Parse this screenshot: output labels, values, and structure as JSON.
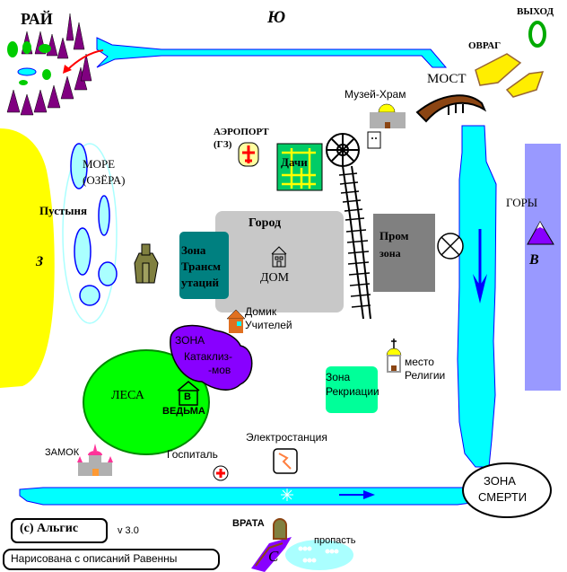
{
  "title": "Карта мира (с) Альгис v 3.0",
  "compass": {
    "north": "Ю",
    "west": "З",
    "east": "В",
    "south": "С"
  },
  "places": {
    "paradise": "РАЙ",
    "exit": "ВЫХОД",
    "ravine": "ОВРАГ",
    "bridge": "МОСТ",
    "museum_temple": "Музей-Храм",
    "airport_line1": "АЭРОПОРТ",
    "airport_line2": "(ГЗ)",
    "dachas": "Дачи",
    "sea_line1": "МОРЕ",
    "sea_line2": "(ОЗЁРА)",
    "desert": "Пустыня",
    "city": "Город",
    "home": "ДОМ",
    "transmutation_line1": "Зона",
    "transmutation_line2": "Трансм",
    "transmutation_line3": "утаций",
    "industrial_line1": "Пром",
    "industrial_line2": "зона",
    "mountains": "ГОРЫ",
    "teacher_house_line1": "Домик",
    "teacher_house_line2": "Учителей",
    "cataclysm_line1": "ЗОНА",
    "cataclysm_line2": "Катаклиз-",
    "cataclysm_line3": "-мов",
    "forests": "ЛЕСА",
    "witch": "ВЕДЬМА",
    "witch_house_letter": "В",
    "religion_line1": "место",
    "religion_line2": "Религии",
    "recreation_line1": "Зона",
    "recreation_line2": "Рекриации",
    "power_station": "Электростанция",
    "castle": "ЗАМОК",
    "hospital": "Госпиталь",
    "death_zone_line1": "ЗОНА",
    "death_zone_line2": "СМЕРТИ",
    "gate": "ВРАТА",
    "abyss": "пропасть"
  },
  "credits": {
    "author": "(c) Альгис",
    "version": "v 3.0",
    "note": "Нарисована с описаний Равенны"
  },
  "colors": {
    "river": "#00ffff",
    "river_edge": "#0000ff",
    "desert": "#ffff00",
    "mountains": "#9999ff",
    "forest": "#00ff00",
    "cataclysm": "#8800ff",
    "city": "#c8c8c8",
    "industrial": "#808080",
    "transmutation": "#008080",
    "recreation": "#00ff99",
    "dachas": "#00cc66"
  }
}
